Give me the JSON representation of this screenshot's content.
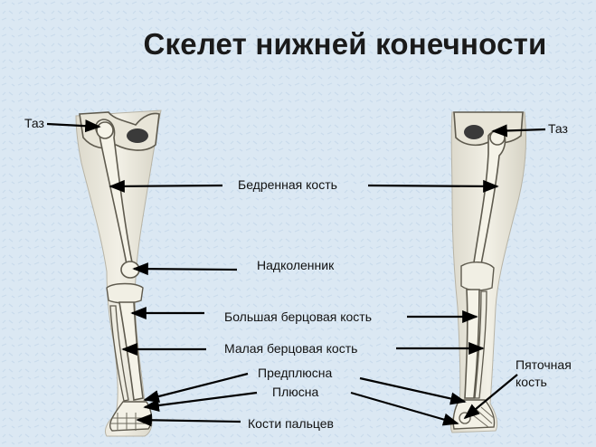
{
  "title": "Скелет нижней конечности",
  "labels": {
    "pelvis_left": "Таз",
    "pelvis_right": "Таз",
    "femur": "Бедренная кость",
    "patella": "Надколенник",
    "tibia": "Большая берцовая кость",
    "fibula": "Малая берцовая кость",
    "tarsus": "Предплюсна",
    "metatarsus": "Плюсна",
    "phalanges": "Кости пальцев",
    "calcaneus_line1": "Пяточная",
    "calcaneus_line2": "кость"
  },
  "colors": {
    "background": "#dbe8f3",
    "leg_fill": "#ece9dc",
    "bone_fill": "#f3f1e6",
    "bone_outline": "#6e6a5e",
    "pointer": "#000000",
    "text": "#111111"
  }
}
